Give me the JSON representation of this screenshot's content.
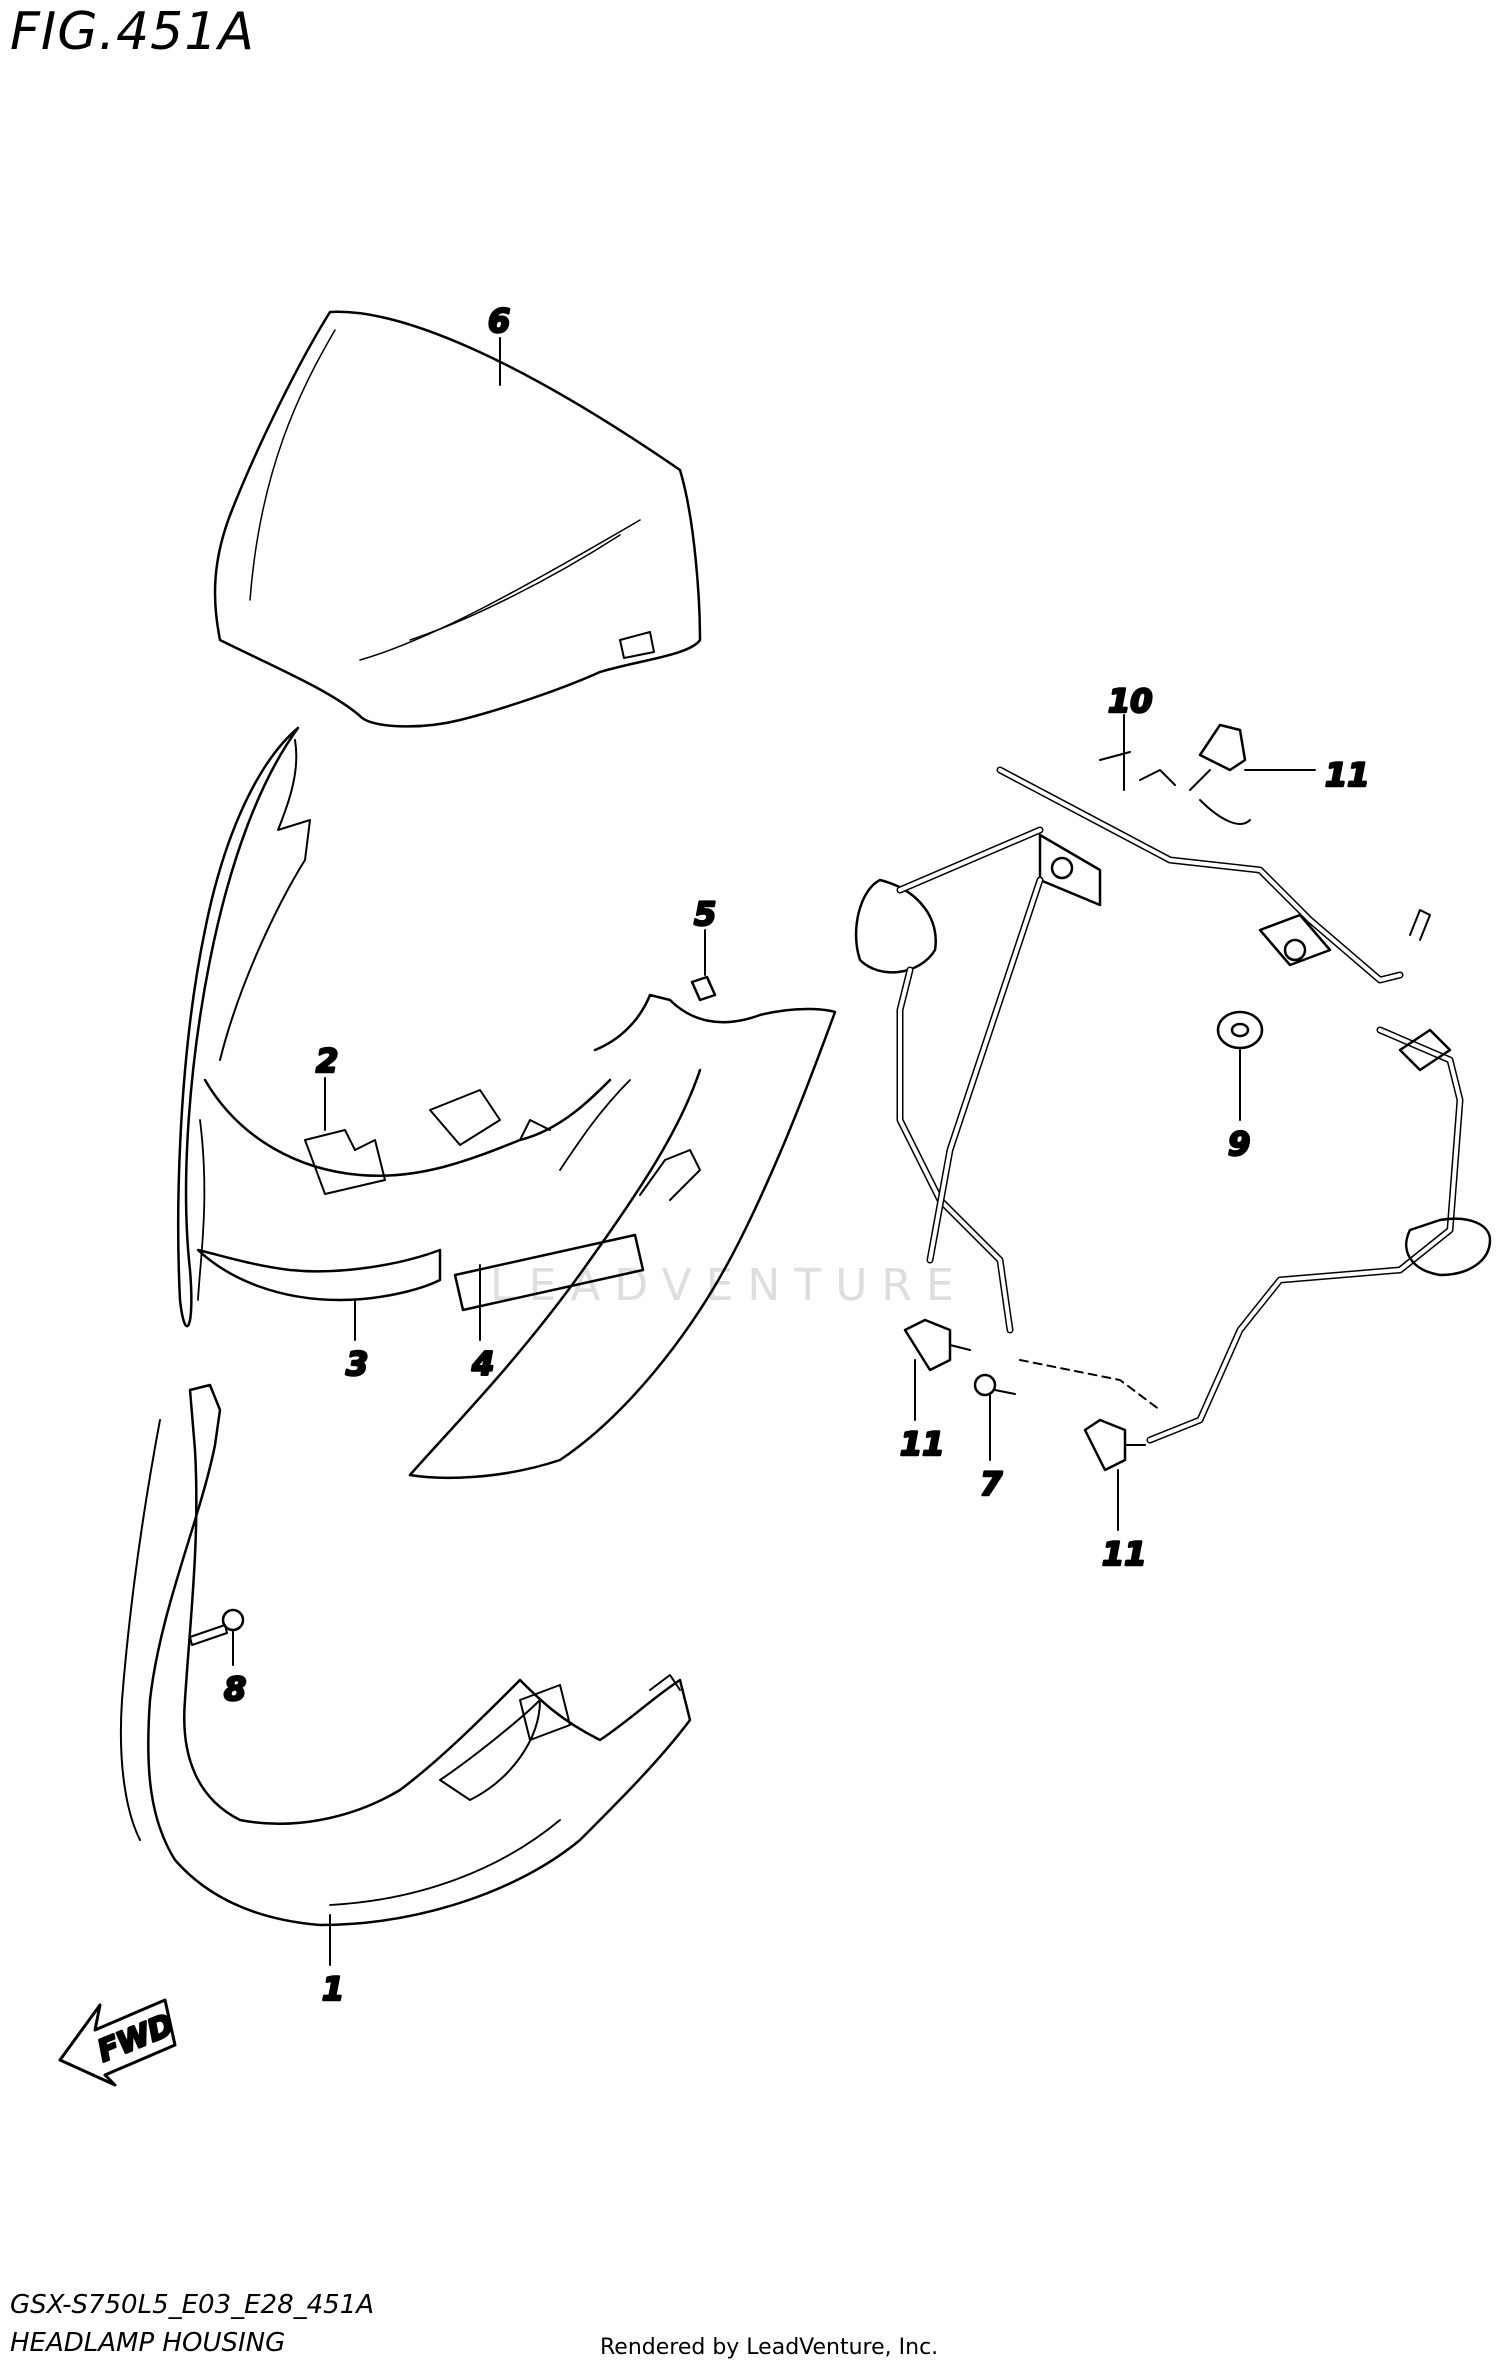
{
  "figure": {
    "title": "FIG.451A",
    "code": "GSX-S750L5_E03_E28_451A",
    "caption": "HEADLAMP HOUSING",
    "rendered_by": "Rendered by LeadVenture, Inc.",
    "watermark": "LEADVENTURE",
    "fwd_label": "FWD"
  },
  "callouts": [
    {
      "id": "c6",
      "label": "6"
    },
    {
      "id": "c10",
      "label": "10"
    },
    {
      "id": "c11a",
      "label": "11"
    },
    {
      "id": "c5",
      "label": "5"
    },
    {
      "id": "c2",
      "label": "2"
    },
    {
      "id": "c9",
      "label": "9"
    },
    {
      "id": "c3",
      "label": "3"
    },
    {
      "id": "c4",
      "label": "4"
    },
    {
      "id": "c11b",
      "label": "11"
    },
    {
      "id": "c7",
      "label": "7"
    },
    {
      "id": "c11c",
      "label": "11"
    },
    {
      "id": "c8",
      "label": "8"
    },
    {
      "id": "c1",
      "label": "1"
    }
  ]
}
